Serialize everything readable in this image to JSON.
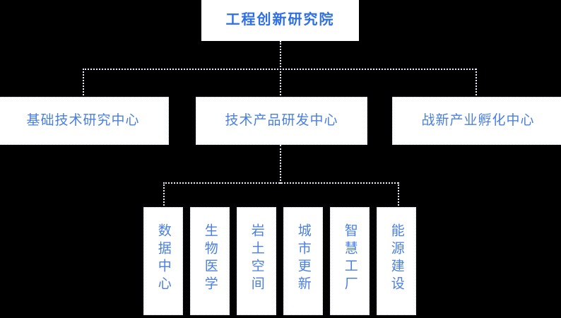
{
  "chart": {
    "type": "org-chart",
    "title": "工程创新研究院",
    "root": {
      "label": "工程创新研究院",
      "color": "#2f6fe4"
    },
    "level2": [
      {
        "label": "基础技术研究中心"
      },
      {
        "label": "技术产品研发中心"
      },
      {
        "label": "战新产业孵化中心"
      }
    ],
    "level3_parent": "技术产品研发中心",
    "level3": [
      {
        "label": "数据中心"
      },
      {
        "label": "生物医学"
      },
      {
        "label": "岩土空间"
      },
      {
        "label": "城市更新"
      },
      {
        "label": "智慧工厂"
      },
      {
        "label": "能源建设"
      }
    ],
    "colors": {
      "background": "#000000",
      "node_fill": "#ffffff",
      "node_border": "#c7d4ea",
      "root_text": "#2f6fe4",
      "node_text": "#4a7fe0",
      "connector": "#e8eef8"
    }
  }
}
